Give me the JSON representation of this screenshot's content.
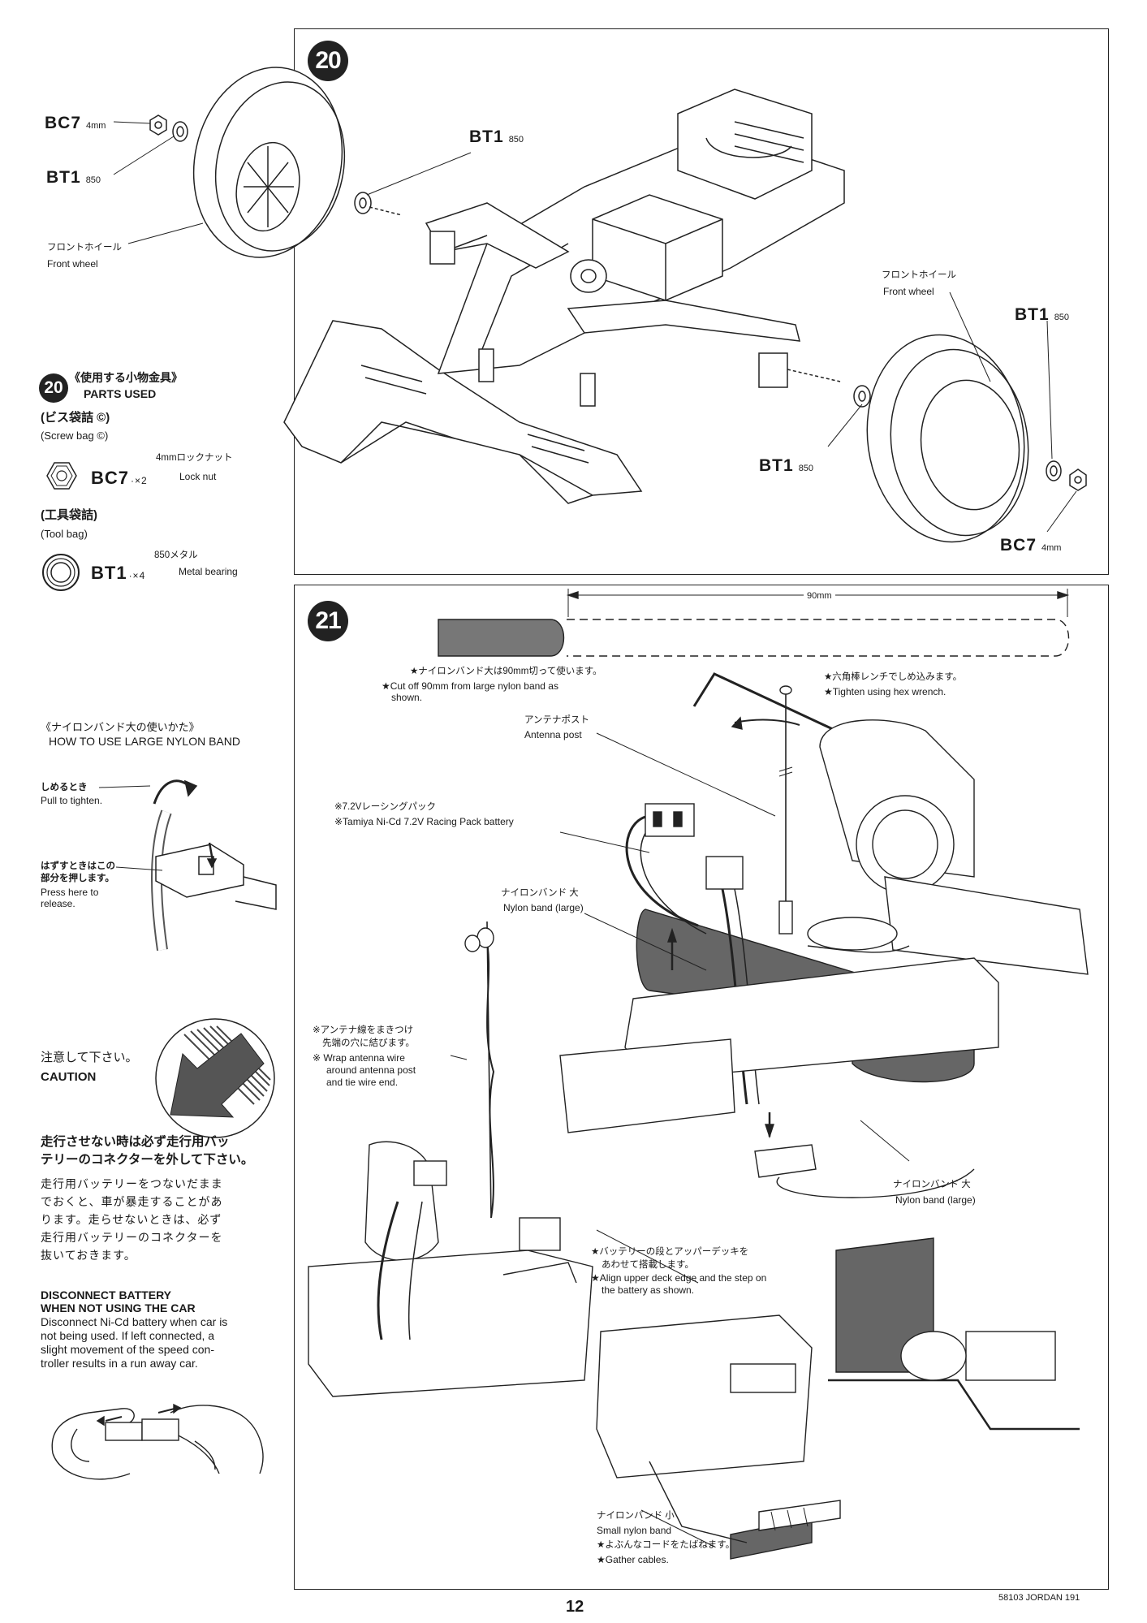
{
  "steps": {
    "s20": "20",
    "s21": "21"
  },
  "s20": {
    "left_bc7_code": "BC7",
    "left_bc7_size": "4mm",
    "left_bt1_code": "BT1",
    "left_bt1_size": "850",
    "left_wheel_jp": "フロントホイール",
    "left_wheel_en": "Front wheel",
    "top_bt1_code": "BT1",
    "top_bt1_size": "850",
    "right_wheel_jp": "フロントホイール",
    "right_wheel_en": "Front wheel",
    "right_bt1_code": "BT1",
    "right_bt1_size": "850",
    "lower_bt1_code": "BT1",
    "lower_bt1_size": "850",
    "right_bc7_code": "BC7",
    "right_bc7_size": "4mm"
  },
  "parts_used": {
    "badge": "20",
    "title_jp": "《使用する小物金具》",
    "title_en": "PARTS USED",
    "screw_bag_jp": "(ビス袋詰 ©)",
    "screw_bag_en": "(Screw bag ©)",
    "bc7_desc_jp": "4mmロックナット",
    "bc7_code": "BC7",
    "bc7_qty": "·×2",
    "bc7_desc_en": "Lock nut",
    "tool_bag_jp": "(工具袋詰)",
    "tool_bag_en": "(Tool bag)",
    "bt1_desc_jp": "850メタル",
    "bt1_code": "BT1",
    "bt1_qty": "·×4",
    "bt1_desc_en": "Metal bearing"
  },
  "nylon_howto": {
    "title_jp": "《ナイロンバンド大の使いかた》",
    "title_en": "HOW TO USE LARGE NYLON BAND",
    "pull_jp": "しめるとき",
    "pull_en": "Pull to tighten.",
    "release_jp1": "はずすときはこの",
    "release_jp2": "部分を押します。",
    "release_en1": "Press here to",
    "release_en2": "release."
  },
  "caution": {
    "jp": "注意して下さい。",
    "en": "CAUTION",
    "warn_head_jp1": "走行させない時は必ず走行用バッ",
    "warn_head_jp2": "テリーのコネクターを外して下さい。",
    "warn_body_jp1": "走行用バッテリーをつないだまま",
    "warn_body_jp2": "でおくと、車が暴走することがあ",
    "warn_body_jp3": "ります。走らせないときは、必ず",
    "warn_body_jp4": "走行用バッテリーのコネクターを",
    "warn_body_jp5": "抜いておきます。",
    "warn_head_en1": "DISCONNECT BATTERY",
    "warn_head_en2": "WHEN NOT USING THE CAR",
    "warn_body_en1": "Disconnect Ni-Cd battery when car is",
    "warn_body_en2": "not being used. If left connected, a",
    "warn_body_en3": "slight movement of the speed con-",
    "warn_body_en4": "troller results in a run away car."
  },
  "s21": {
    "dim": "90mm",
    "cut_jp": "★ナイロンバンド大は90mm切って使います。",
    "cut_en1": "★Cut off 90mm from large nylon band as",
    "cut_en2": "shown.",
    "hex_jp": "★六角棒レンチでしめ込みます。",
    "hex_en": "★Tighten using hex wrench.",
    "post_jp": "アンテナポスト",
    "post_en": "Antenna post",
    "battery_jp": "※7.2Vレーシングパック",
    "battery_en": "※Tamiya Ni-Cd 7.2V Racing Pack battery",
    "band_large_jp": "ナイロンバンド 大",
    "band_large_en": "Nylon band (large)",
    "wrap_jp1": "※アンテナ線をまきつけ",
    "wrap_jp2": "先端の穴に結びます。",
    "wrap_en1": "※ Wrap antenna wire",
    "wrap_en2": "around antenna post",
    "wrap_en3": "and tie wire end.",
    "band_large2_jp": "ナイロンバンド 大",
    "band_large2_en": "Nylon band (large)",
    "align_jp1": "★バッテリーの段とアッパーデッキを",
    "align_jp2": "あわせて搭載します。",
    "align_en1": "★Align upper deck edge and the step on",
    "align_en2": "the battery as shown.",
    "small_band_jp": "ナイロンバンド 小",
    "small_band_en": "Small nylon band",
    "gather_jp": "★よぶんなコードをたばねます。",
    "gather_en": "★Gather cables."
  },
  "footer": {
    "page": "12",
    "code": "58103 JORDAN 191"
  }
}
